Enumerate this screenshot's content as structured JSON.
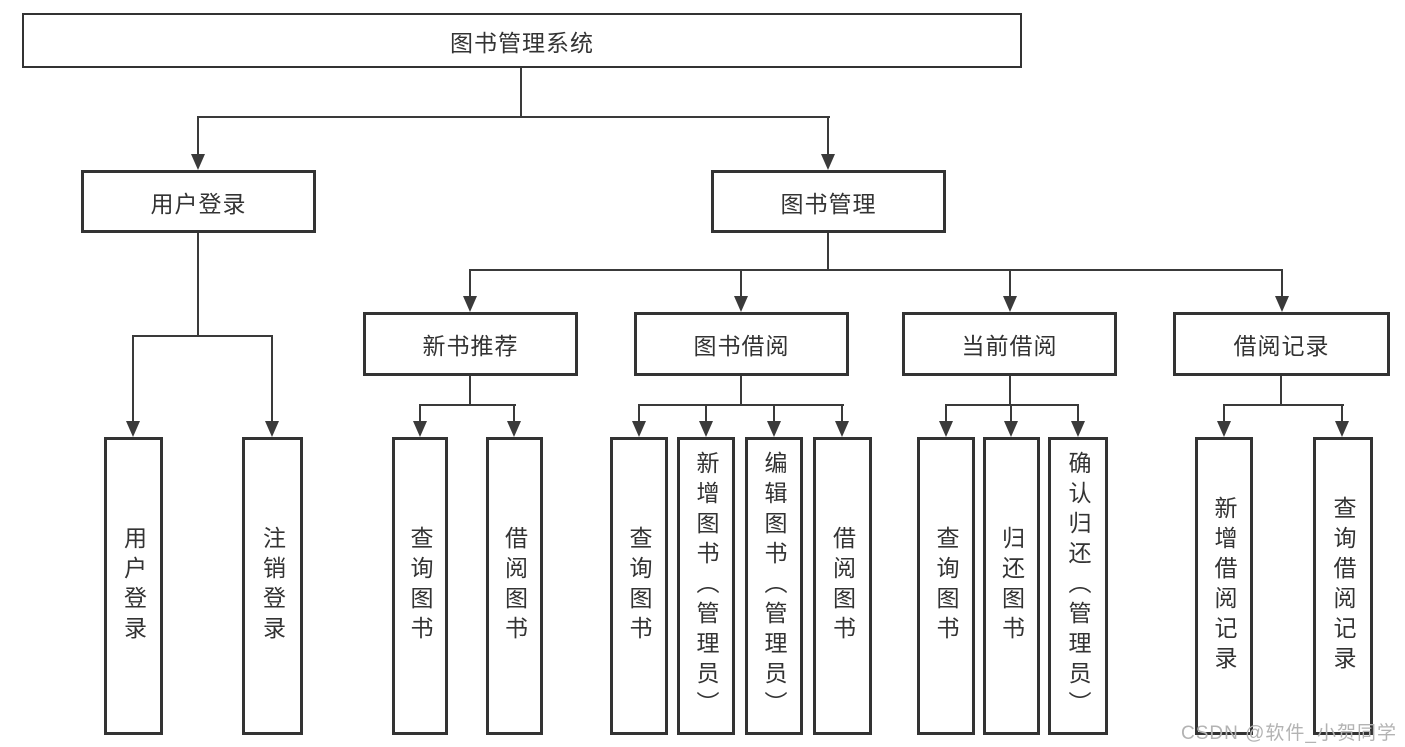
{
  "tree": {
    "label": "图书管理系统",
    "children": [
      {
        "label": "用户登录",
        "children": [
          {
            "label": "用户登录"
          },
          {
            "label": "注销登录"
          }
        ]
      },
      {
        "label": "图书管理",
        "children": [
          {
            "label": "新书推荐",
            "children": [
              {
                "label": "查询图书"
              },
              {
                "label": "借阅图书"
              }
            ]
          },
          {
            "label": "图书借阅",
            "children": [
              {
                "label": "查询图书"
              },
              {
                "label": "新增图书（管理员）"
              },
              {
                "label": "编辑图书（管理员）"
              },
              {
                "label": "借阅图书"
              }
            ]
          },
          {
            "label": "当前借阅",
            "children": [
              {
                "label": "查询图书"
              },
              {
                "label": "归还图书"
              },
              {
                "label": "确认归还（管理员）"
              }
            ]
          },
          {
            "label": "借阅记录",
            "children": [
              {
                "label": "新增借阅记录"
              },
              {
                "label": "查询借阅记录"
              }
            ]
          }
        ]
      }
    ]
  },
  "watermark": {
    "text": "CSDN @软件_小贺同学"
  },
  "colors": {
    "line": "#3a3a3a",
    "box_border": "#333333",
    "text": "#333333",
    "background": "#ffffff",
    "watermark": "#b3b3b3"
  }
}
